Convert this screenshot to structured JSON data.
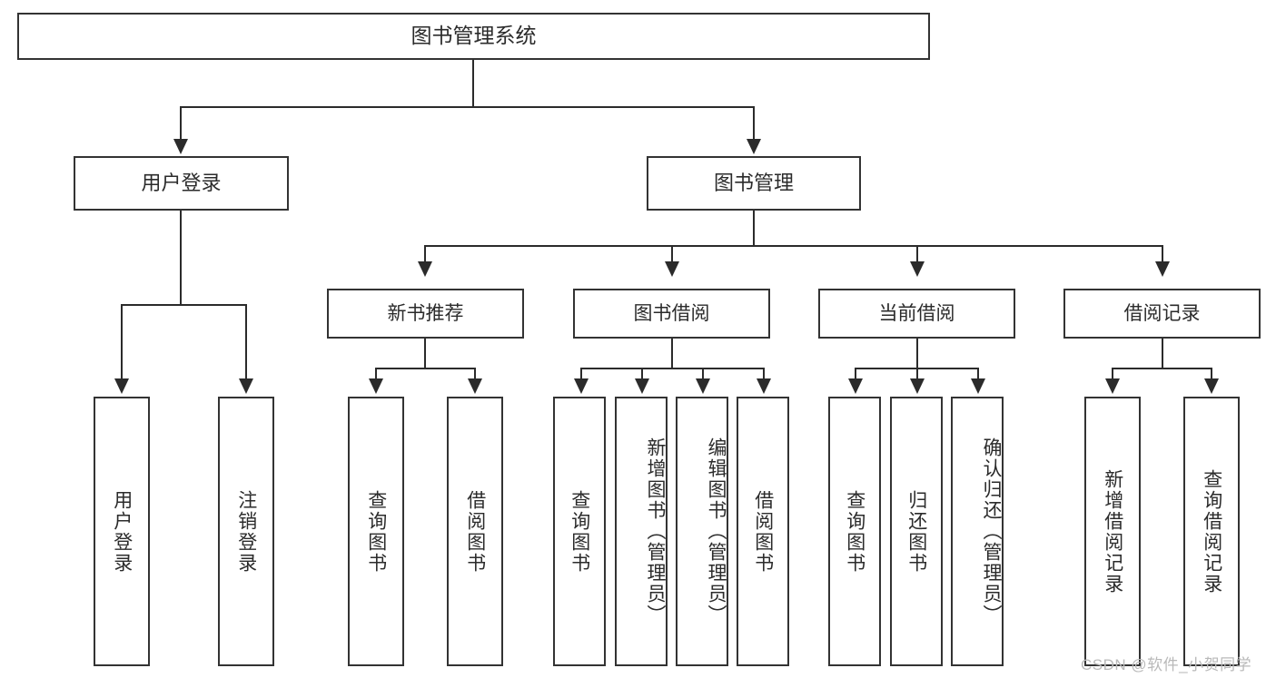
{
  "diagram": {
    "title": "图书管理系统",
    "type": "functional-structure-tree",
    "root": {
      "label": "图书管理系统"
    },
    "level2": [
      {
        "label": "用户登录"
      },
      {
        "label": "图书管理"
      }
    ],
    "level3": [
      {
        "label": "新书推荐"
      },
      {
        "label": "图书借阅"
      },
      {
        "label": "当前借阅"
      },
      {
        "label": "借阅记录"
      }
    ],
    "leaves": {
      "user_login": [
        {
          "label": "用户登录"
        },
        {
          "label": "注销登录"
        }
      ],
      "new_book_recommend": [
        {
          "label": "查询图书"
        },
        {
          "label": "借阅图书"
        }
      ],
      "book_borrow": [
        {
          "label": "查询图书"
        },
        {
          "label": "新增图书（管理员）"
        },
        {
          "label": "编辑图书（管理员）"
        },
        {
          "label": "借阅图书"
        }
      ],
      "current_borrow": [
        {
          "label": "查询图书"
        },
        {
          "label": "归还图书"
        },
        {
          "label": "确认归还（管理员）"
        }
      ],
      "borrow_record": [
        {
          "label": "新增借阅记录"
        },
        {
          "label": "查询借阅记录"
        }
      ]
    }
  },
  "watermark": {
    "text": "CSDN @软件_小贺同学"
  },
  "colors": {
    "stroke": "#333333",
    "text": "#2b2b2b",
    "background": "#ffffff",
    "watermark": "#b9b9b9"
  }
}
